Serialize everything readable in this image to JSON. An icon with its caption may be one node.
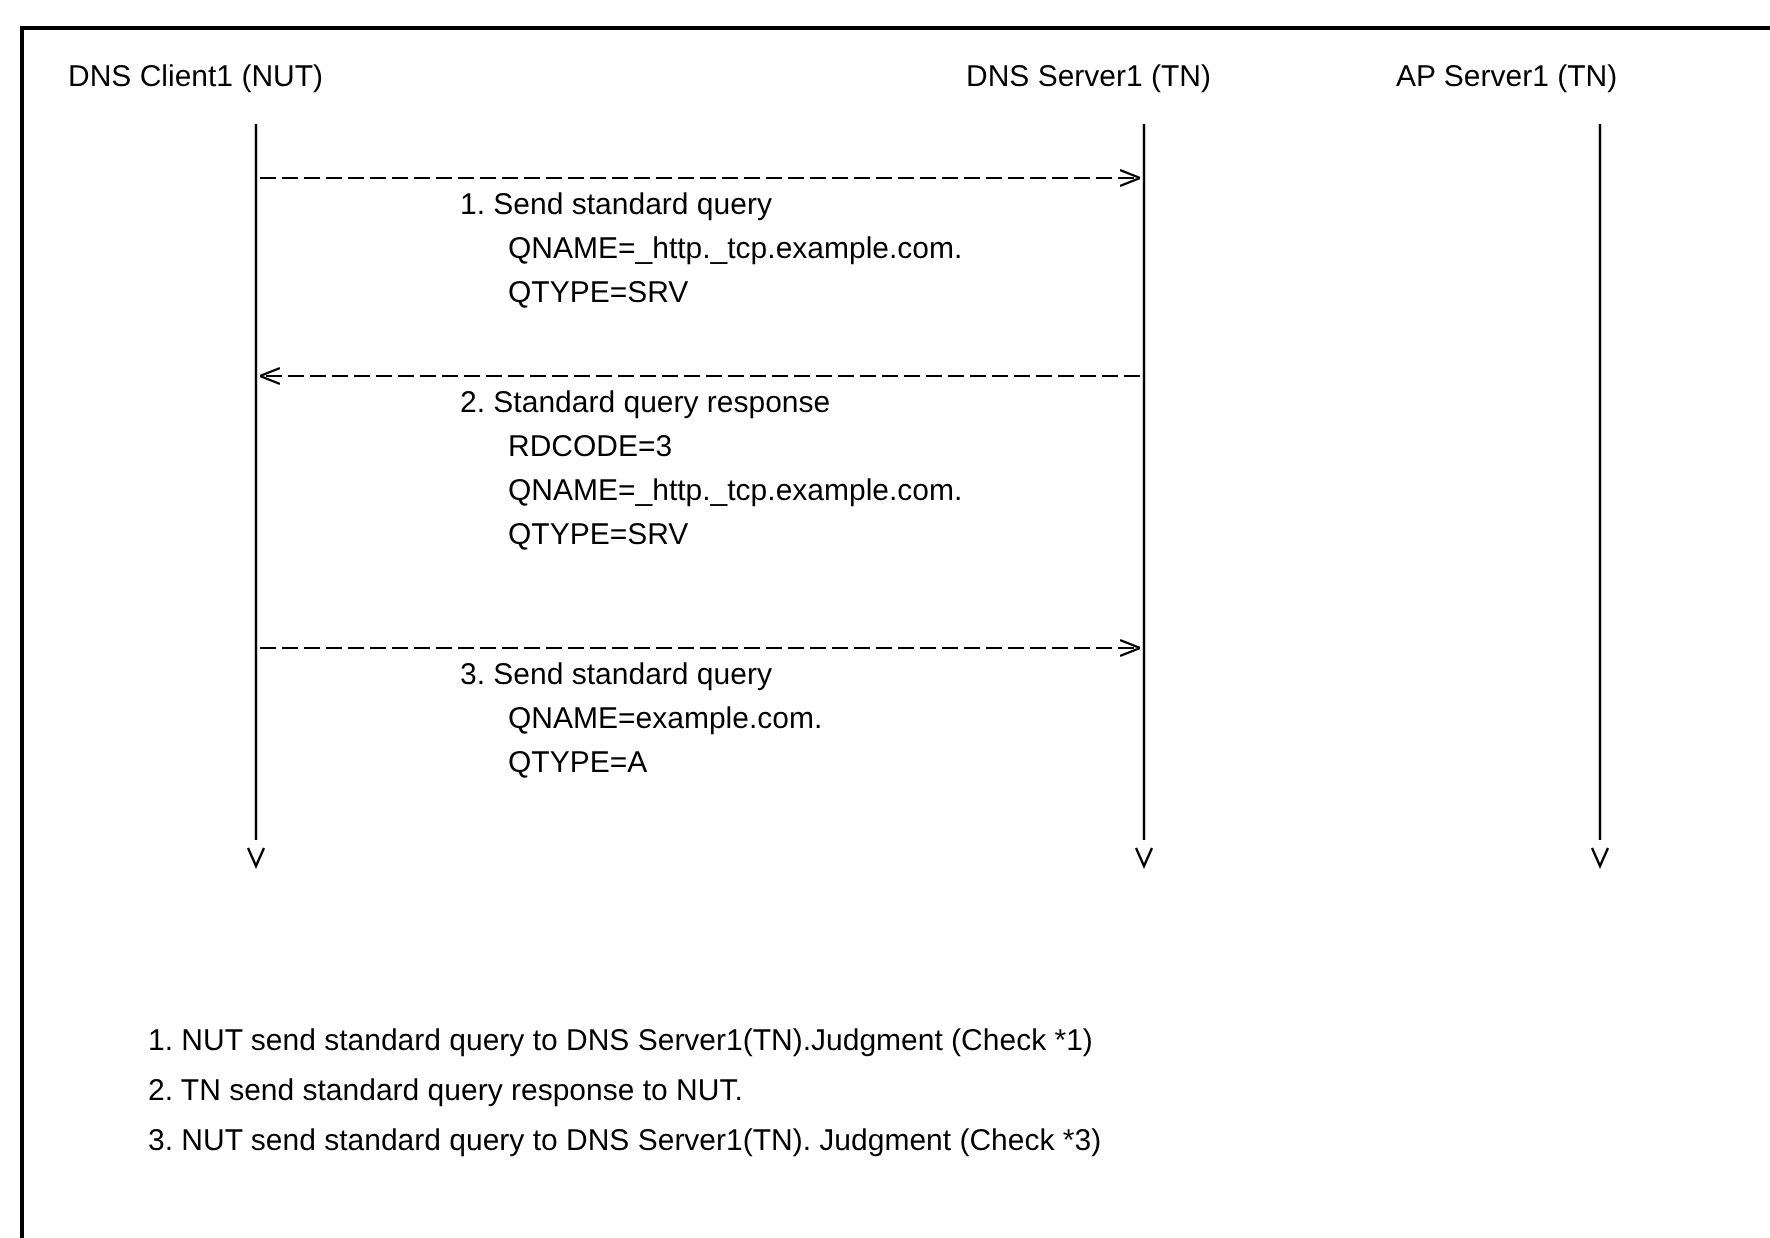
{
  "diagram": {
    "nodes": [
      {
        "text": [
          "DNS Client1 (NUT)"
        ]
      },
      {
        "text": [
          "DNS Server1 (TN)"
        ]
      },
      {
        "text": [
          "AP Server1 (TN)"
        ]
      }
    ],
    "edges": [
      {
        "from": 0,
        "to": 1,
        "arrow": "to",
        "style": "dashed",
        "label": "1. Send standard query QNAME=_http._tcp.example.com. QTYPE=SRV"
      },
      {
        "from": 1,
        "to": 0,
        "arrow": "to",
        "style": "dashed",
        "label": "2. Standard query response RDCODE=3 QNAME=_http._tcp.example.com. QTYPE=SRV"
      },
      {
        "from": 0,
        "to": 1,
        "arrow": "to",
        "style": "dashed",
        "label": "3. Send standard query QNAME=example.com. QTYPE=A"
      }
    ],
    "labels": [
      "1. NUT send standard query to DNS Server1(TN).Judgment (Check *1)",
      "2. TN send standard query response to NUT.",
      "3. NUT send standard query to DNS Server1(TN). Judgment (Check *3)"
    ]
  }
}
